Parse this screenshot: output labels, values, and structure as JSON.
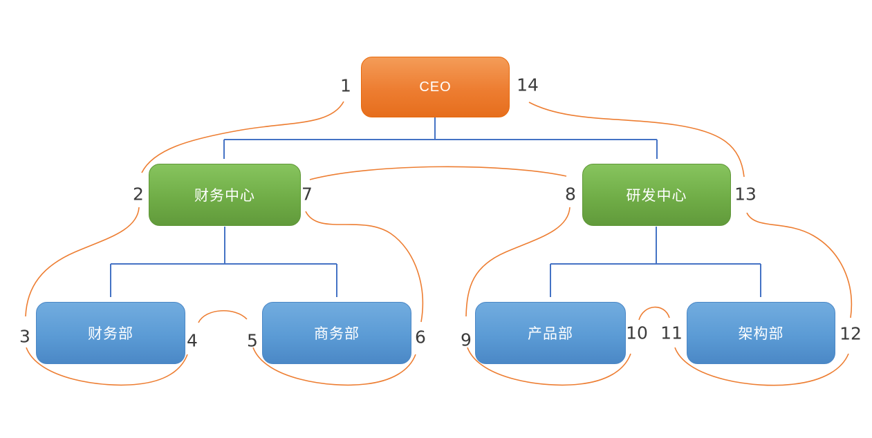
{
  "diagram": {
    "type": "org-chart-with-traversal-order",
    "nodes": [
      {
        "id": "ceo",
        "label": "CEO",
        "color": "#ED7D31"
      },
      {
        "id": "finance-center",
        "label": "财务中心",
        "color": "#70AD47"
      },
      {
        "id": "rd-center",
        "label": "研发中心",
        "color": "#70AD47"
      },
      {
        "id": "finance-dept",
        "label": "财务部",
        "color": "#5B9BD5"
      },
      {
        "id": "business-dept",
        "label": "商务部",
        "color": "#5B9BD5"
      },
      {
        "id": "product-dept",
        "label": "产品部",
        "color": "#5B9BD5"
      },
      {
        "id": "architecture-dept",
        "label": "架构部",
        "color": "#5B9BD5"
      }
    ],
    "hierarchy_edges": [
      {
        "from": "ceo",
        "to": "finance-center"
      },
      {
        "from": "ceo",
        "to": "rd-center"
      },
      {
        "from": "finance-center",
        "to": "finance-dept"
      },
      {
        "from": "finance-center",
        "to": "business-dept"
      },
      {
        "from": "rd-center",
        "to": "product-dept"
      },
      {
        "from": "rd-center",
        "to": "architecture-dept"
      }
    ],
    "markers": [
      "1",
      "2",
      "3",
      "4",
      "5",
      "6",
      "7",
      "8",
      "9",
      "10",
      "11",
      "12",
      "13",
      "14"
    ],
    "colors": {
      "connector_blue": "#4472C4",
      "arrow_orange": "#ED7D31",
      "marker_text": "#3B3B3B",
      "node_text": "#FFFFFF",
      "background": "#FFFFFF"
    }
  }
}
